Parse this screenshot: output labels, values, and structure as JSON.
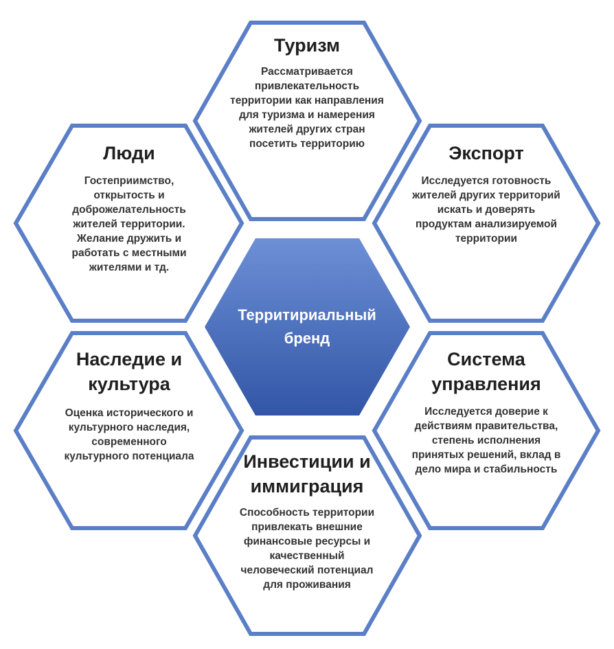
{
  "colors": {
    "outline": "#5b7fc7",
    "center_top": "#6d8fd6",
    "center_bottom": "#3256a6"
  },
  "center": {
    "label": "Территириальный бренд"
  },
  "nodes": {
    "tourism": {
      "title": "Туризм",
      "description": "Рассматривается привлекательность территории как направления для туризма и намерения жителей других стран посетить территорию"
    },
    "people": {
      "title": "Люди",
      "description": "Гостеприимство, открытость и доброжелательность жителей территории. Желание дружить и работать с местными жителями и тд."
    },
    "export": {
      "title": "Экспорт",
      "description": "Исследуется готовность жителей других территорий искать и доверять продуктам анализируемой территории"
    },
    "heritage": {
      "title": "Наследие и культура",
      "description": "Оценка исторического и культурного наследия, современного культурного потенциала"
    },
    "governance": {
      "title": "Система управления",
      "description": "Исследуется доверие к действиям правительства, степень исполнения принятых решений, вклад в дело мира и стабильность"
    },
    "investment": {
      "title": "Инвестиции и иммиграция",
      "description": "Способность территории привлекать внешние финансовые ресурсы и качественный человеческий потенциал для проживания"
    }
  }
}
